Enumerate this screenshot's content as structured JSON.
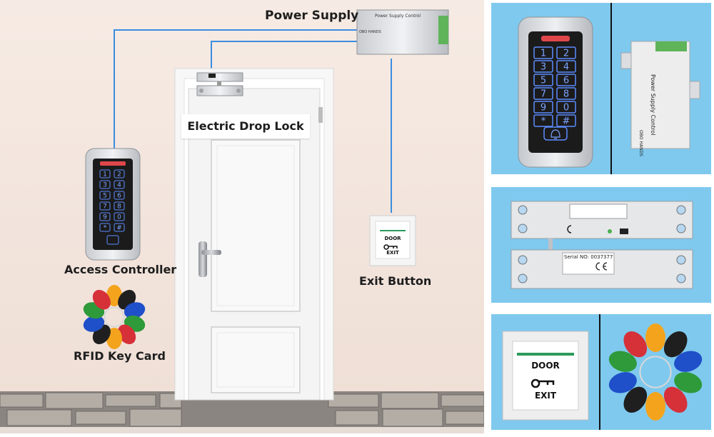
{
  "labels": {
    "power_supply": "Power Supply",
    "electric_drop_lock": "Electric Drop Lock",
    "access_controller": "Access Controller",
    "exit_button": "Exit Button",
    "rfid_key_card": "RFID Key Card"
  },
  "keypad_keys": [
    "1",
    "2",
    "3",
    "4",
    "5",
    "6",
    "7",
    "8",
    "9",
    "0",
    "*",
    "#"
  ],
  "power_supply_box": {
    "title": "Power Supply Control",
    "brand": "OBO HANDS"
  },
  "lock_body": {
    "serial": "Serial NO: 0037377"
  },
  "exit_plate": {
    "top_text": "DOOR",
    "bottom_text": "EXIT"
  },
  "colors": {
    "wire": "#3b8de0",
    "wall": "#f3e4dc",
    "panel_bg": "#7fc9ee",
    "fob_colors": [
      "#f4a41c",
      "#1f1f1f",
      "#1f4fc9",
      "#2e9a3a",
      "#d63039",
      "#f4a41c",
      "#1f1f1f",
      "#1f4fc9",
      "#2e9a3a",
      "#d63039"
    ]
  },
  "icons": [
    "key-icon",
    "bell-icon",
    "ce-mark-icon"
  ]
}
